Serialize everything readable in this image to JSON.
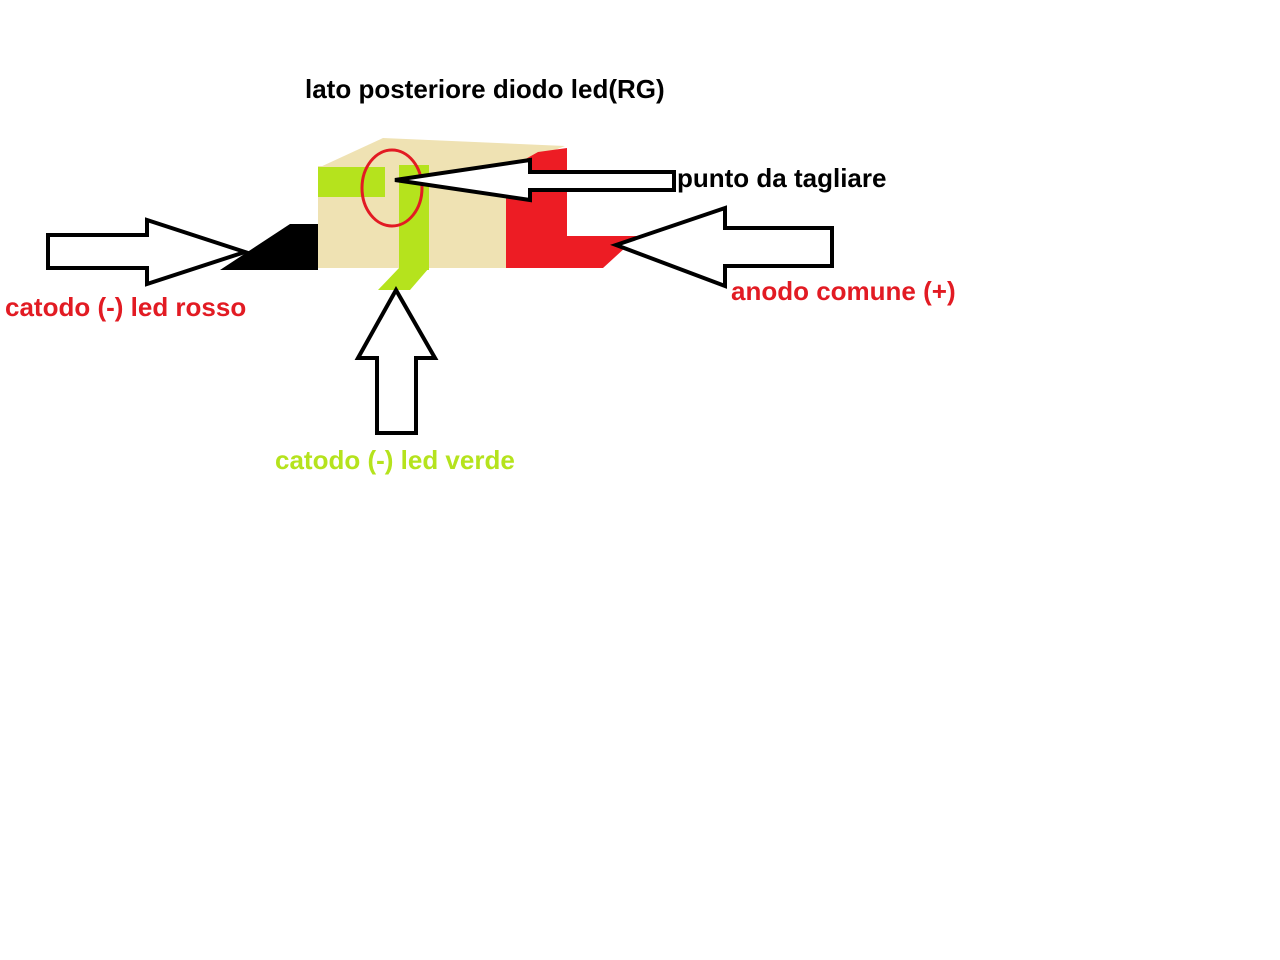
{
  "labels": {
    "title": "lato posteriore diodo led(RG)",
    "cut_point": "punto da tagliare",
    "red_cathode": "catodo (-) led rosso",
    "green_cathode": "catodo (-) led verde",
    "common_anode": "anodo comune (+)"
  },
  "colors": {
    "text_default": "#000000",
    "red_label": "#e21b23",
    "green_label": "#b5e31d",
    "led_body": "#efe2b3",
    "green_lead": "#b5e31d",
    "red_lead": "#ed1c24",
    "black_lead": "#000000",
    "cut_circle": "#e21b23",
    "arrow_outline": "#000000",
    "arrow_fill": "#ffffff"
  }
}
